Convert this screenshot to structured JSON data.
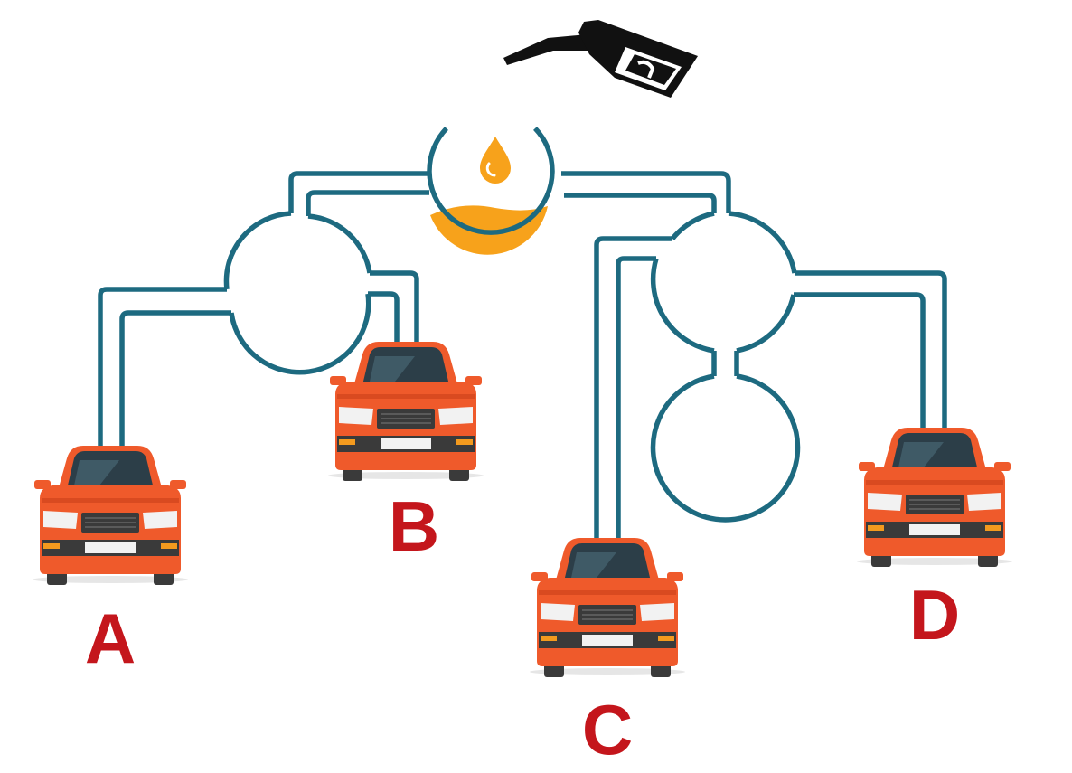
{
  "colors": {
    "pipe": "#1d6a80",
    "fuel": "#f7a21b",
    "car_body": "#ef5a2b",
    "label": "#c4161c",
    "nozzle": "#111111"
  },
  "icons": {
    "nozzle": "fuel-nozzle-icon",
    "drop": "fuel-drop-icon"
  },
  "cars": [
    {
      "id": "a",
      "label": "A"
    },
    {
      "id": "b",
      "label": "B"
    },
    {
      "id": "c",
      "label": "C"
    },
    {
      "id": "d",
      "label": "D"
    }
  ]
}
